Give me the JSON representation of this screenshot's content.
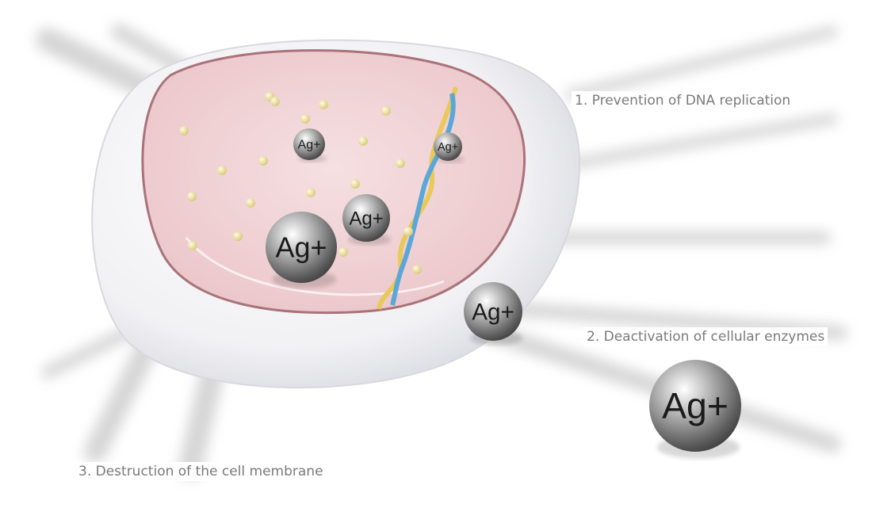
{
  "labels": {
    "step1": "1. Prevention of DNA replication",
    "step2": "2. Deactivation of cellular enzymes",
    "step3": "3. Destruction of the cell membrane"
  },
  "ion_label": "Ag+",
  "colors": {
    "text": "#7a7a7a",
    "cytoplasm": "#f2d3d6",
    "membrane": "#b07a80",
    "dna_yellow": "#e8c95a",
    "dna_blue": "#5aa7d8",
    "particle": "#e8dc9a"
  }
}
